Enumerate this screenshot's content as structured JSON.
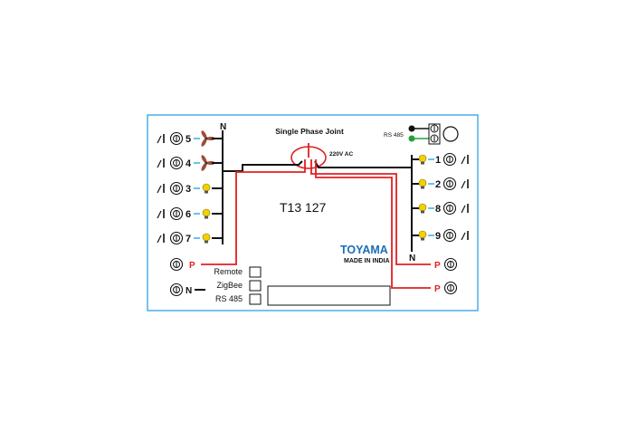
{
  "title": "Single Phase Joint",
  "voltage": "220V AC",
  "model": "T13 127",
  "brand": "TOYAMA",
  "brand_tagline": "MADE IN INDIA",
  "rs485_top_label": "RS 485",
  "neutral_label": "N",
  "phase_label": "P",
  "left_switches": [
    {
      "number": "5",
      "load": "fan"
    },
    {
      "number": "4",
      "load": "fan"
    },
    {
      "number": "3",
      "load": "bulb"
    },
    {
      "number": "6",
      "load": "bulb"
    },
    {
      "number": "7",
      "load": "bulb"
    }
  ],
  "right_switches": [
    {
      "number": "1",
      "load": "bulb"
    },
    {
      "number": "2",
      "load": "bulb"
    },
    {
      "number": "8",
      "load": "bulb"
    },
    {
      "number": "9",
      "load": "bulb"
    }
  ],
  "options": [
    "Remote",
    "ZigBee",
    "RS 485"
  ],
  "colors": {
    "border": "#4aaee8",
    "phase_wire": "#e02020",
    "neutral_wire": "#111111",
    "brand": "#1a6fb5",
    "bulb": "#f5d000",
    "fan": "#9a4f3a",
    "link": "#3fb5e6",
    "rs485_green": "#22a33a"
  }
}
